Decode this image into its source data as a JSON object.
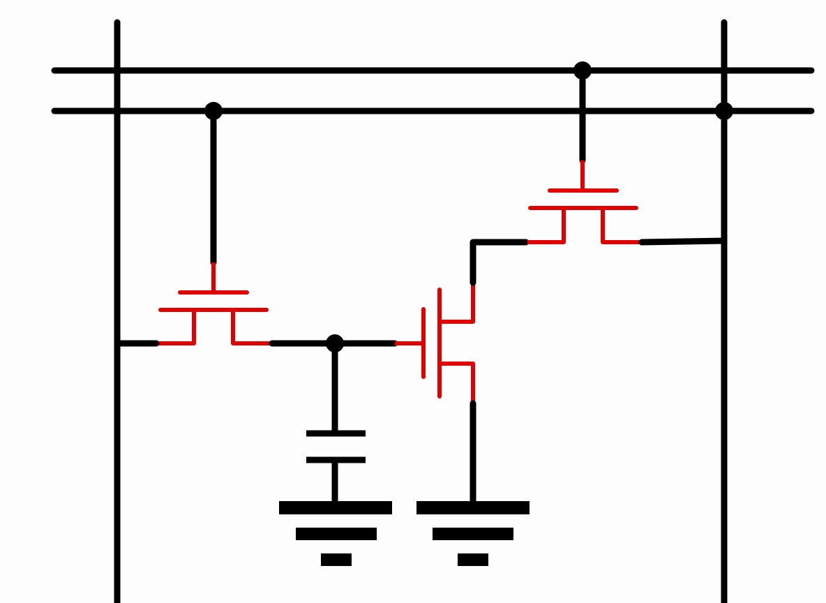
{
  "diagram": {
    "type": "circuit-schematic",
    "components": [
      {
        "name": "access-transistor-left",
        "kind": "nmos-transistor",
        "icon": "transistor-icon"
      },
      {
        "name": "storage-capacitor",
        "kind": "capacitor",
        "icon": "capacitor-icon"
      },
      {
        "name": "drive-transistor",
        "kind": "nmos-transistor",
        "icon": "transistor-icon"
      },
      {
        "name": "access-transistor-right",
        "kind": "nmos-transistor",
        "icon": "transistor-icon"
      },
      {
        "name": "ground-capacitor",
        "kind": "ground",
        "icon": "ground-icon"
      },
      {
        "name": "ground-transistor",
        "kind": "ground",
        "icon": "ground-icon"
      }
    ],
    "wires": [
      "left-bitline",
      "right-bitline",
      "top-wordline",
      "second-wordline"
    ],
    "junction_count": 4
  },
  "colors": {
    "wire": "#000000",
    "transistor": "#e00000",
    "background": "#fdfdfd"
  }
}
